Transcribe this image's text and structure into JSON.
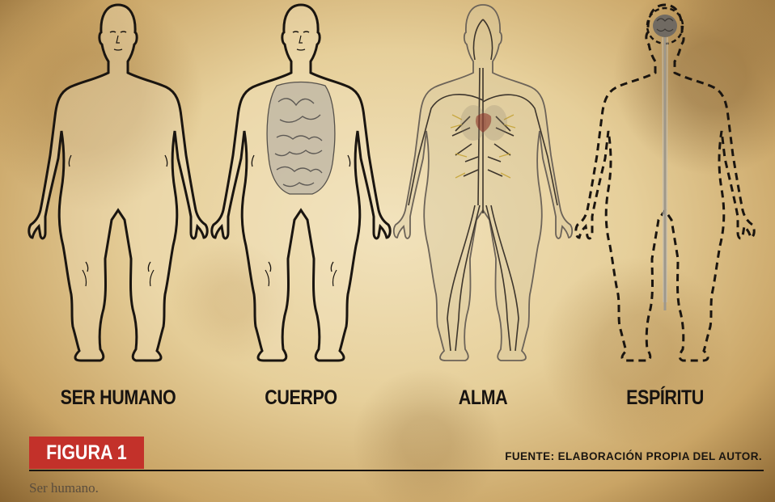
{
  "figures": [
    {
      "label": "SER HUMANO"
    },
    {
      "label": "CUERPO"
    },
    {
      "label": "ALMA"
    },
    {
      "label": "ESPÍRITU"
    }
  ],
  "badge": "FIGURA 1",
  "source": "FUENTE: ELABORACIÓN PROPIA DEL AUTOR.",
  "caption": "Ser humano.",
  "colors": {
    "badge": "#c3312a",
    "ink": "#171310",
    "paper": "#e6cf9a"
  }
}
